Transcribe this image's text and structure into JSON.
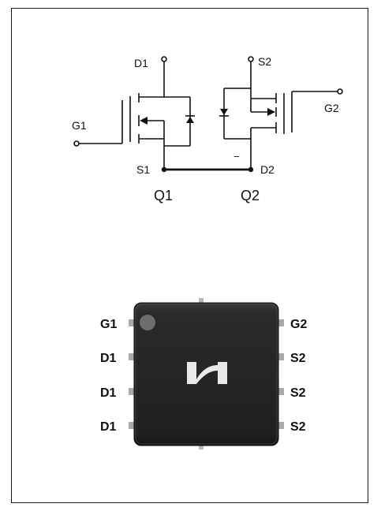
{
  "schematic": {
    "q1_drain_label": "D1",
    "q1_gate_label": "G1",
    "q1_source_label": "S1",
    "q1_name": "Q1",
    "q2_source_label": "S2",
    "q2_gate_label": "G2",
    "q2_drain_label": "D2",
    "q2_name": "Q2",
    "q2_polarity_mark": "−"
  },
  "package": {
    "left_pins": [
      "G1",
      "D1",
      "D1",
      "D1"
    ],
    "right_pins": [
      "G2",
      "S2",
      "S2",
      "S2"
    ],
    "logo_icon": "manufacturer-logo-icon"
  }
}
